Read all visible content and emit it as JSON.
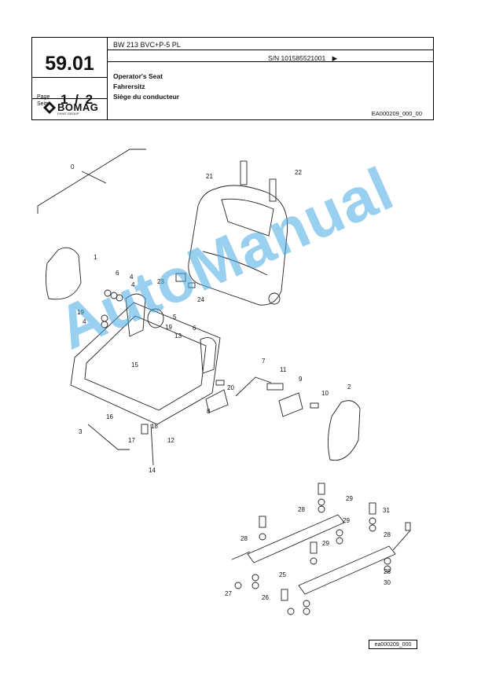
{
  "header": {
    "section_code": "59.01",
    "page_label": "Page\nSeite",
    "page_number": "1",
    "page_sep": "/",
    "page_total": "2",
    "logo_text": "BOMAG",
    "logo_sub": "FAYAT GROUP",
    "model": "BW 213 BVC+P-5 PL",
    "serial": "S/N 101585521001",
    "serial_arrow": "▶",
    "title_en": "Operator's Seat",
    "title_de": "Fahrersitz",
    "title_fr": "Siège du conducteur",
    "doc_ref": "EA000209_000_00"
  },
  "diagram": {
    "labels": [
      "0",
      "1",
      "2",
      "3",
      "4",
      "4",
      "4",
      "5",
      "6",
      "6",
      "7",
      "8",
      "9",
      "10",
      "11",
      "12",
      "13",
      "14",
      "15",
      "16",
      "17",
      "18",
      "19",
      "19",
      "20",
      "21",
      "22",
      "23",
      "24",
      "25",
      "26",
      "27",
      "28",
      "28",
      "28",
      "28",
      "29",
      "29",
      "29",
      "30",
      "31"
    ],
    "image_ref": "ea000209_000"
  },
  "watermark": "AutoManual"
}
